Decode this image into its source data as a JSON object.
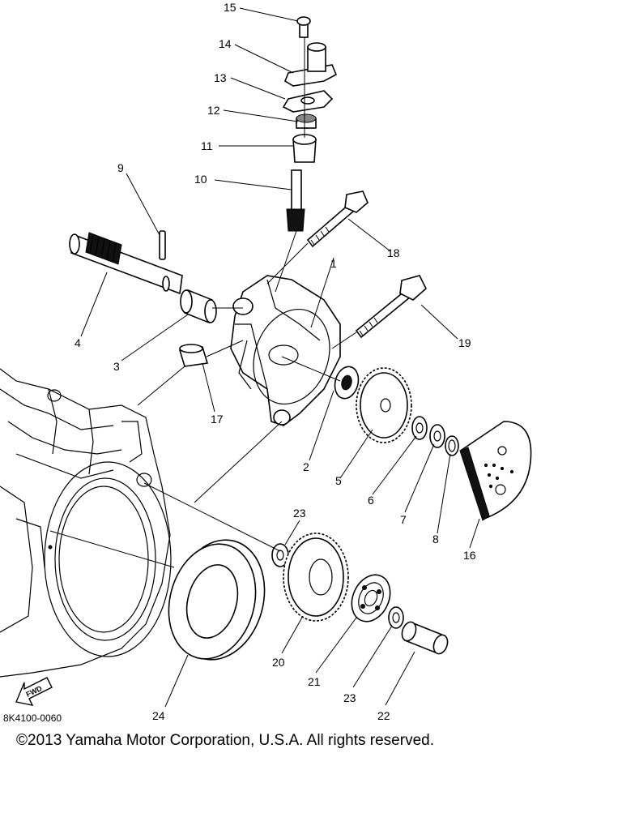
{
  "diagram": {
    "callouts": [
      "1",
      "2",
      "3",
      "4",
      "5",
      "6",
      "7",
      "8",
      "9",
      "10",
      "11",
      "12",
      "13",
      "14",
      "15",
      "16",
      "17",
      "18",
      "19",
      "20",
      "21",
      "22",
      "23",
      "23",
      "24"
    ],
    "fwd_label": "FWD",
    "drawing_code": "8K4100-0060"
  },
  "footer": {
    "copyright": "©2013 Yamaha Motor Corporation, U.S.A. All rights reserved."
  }
}
